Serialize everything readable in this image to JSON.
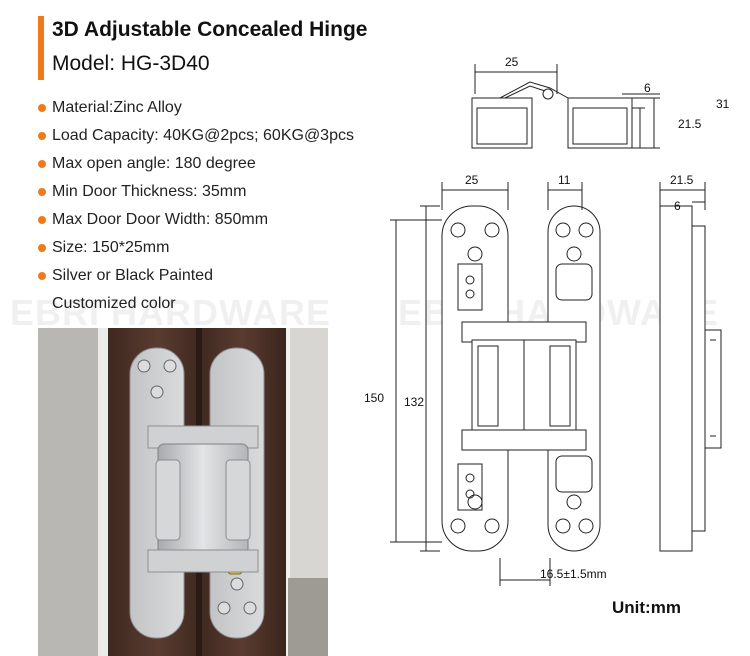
{
  "header": {
    "title": "3D Adjustable Concealed Hinge",
    "model": "Model: HG-3D40"
  },
  "specs": [
    "Material:Zinc Alloy",
    "Load Capacity: 40KG@2pcs; 60KG@3pcs",
    "Max open angle: 180 degree",
    "Min Door Thickness: 35mm",
    "Max Door Door Width: 850mm",
    "Size: 150*25mm",
    "Silver or Black Painted",
    "Customized color"
  ],
  "watermark": "EBRI HARDWARE",
  "dimensions": {
    "top_width": "25",
    "top_six": "6",
    "top_height": "31",
    "top_depth": "21.5",
    "front_width": "25",
    "side_width": "11",
    "right_width": "21.5",
    "right_six": "6",
    "inner_length": "132",
    "total_length": "150",
    "adjust": "16.5±1.5mm"
  },
  "unit_label": "Unit:mm",
  "colors": {
    "accent": "#f07a1a",
    "door": "#4a3128",
    "hinge": "#c9cbcd"
  }
}
